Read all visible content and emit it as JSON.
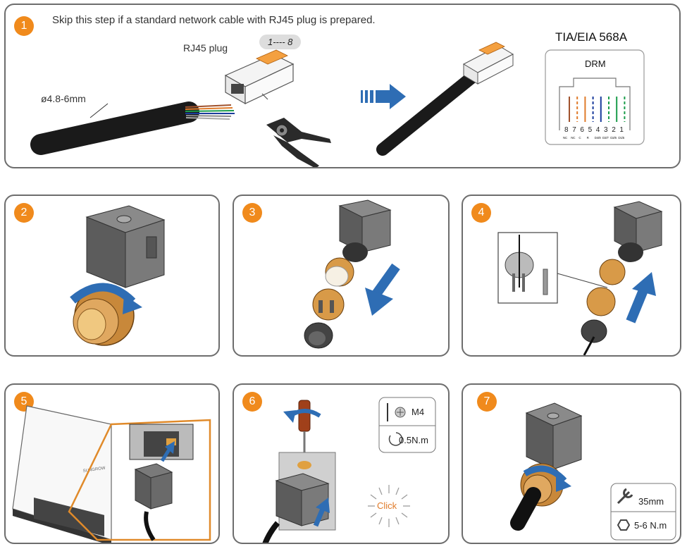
{
  "step1": {
    "number": "1",
    "instruction": "Skip this step if a standard network cable with RJ45 plug is prepared.",
    "rj45_label": "RJ45 plug",
    "pin_range": "1---- 8",
    "cable_diameter": "ø4.8-6mm",
    "standard": "TIA/EIA 568A",
    "drm_label": "DRM",
    "pin_numbers": [
      "8",
      "7",
      "6",
      "5",
      "4",
      "3",
      "2",
      "1"
    ],
    "pin_functions": [
      "NC",
      "NC",
      "C",
      "R",
      "D4/8",
      "D3/7",
      "D2/6",
      "D1/5"
    ],
    "wire_colors": [
      "#a0522d",
      "#e07b2a",
      "#e07b2a",
      "#1a3c9c",
      "#1a3c9c",
      "#1a9c4a",
      "#1a9c4a",
      "#1a9c4a"
    ]
  },
  "step2": {
    "number": "2"
  },
  "step3": {
    "number": "3"
  },
  "step4": {
    "number": "4"
  },
  "step5": {
    "number": "5",
    "brand": "SUNGROW"
  },
  "step6": {
    "number": "6",
    "screw_size": "M4",
    "torque": "0.5N.m",
    "click_label": "Click"
  },
  "step7": {
    "number": "7",
    "wrench_size": "35mm",
    "torque": "5-6 N.m"
  },
  "colors": {
    "accent": "#f08a1c",
    "arrow_blue": "#2e6db4",
    "border": "#6d6d6d"
  }
}
